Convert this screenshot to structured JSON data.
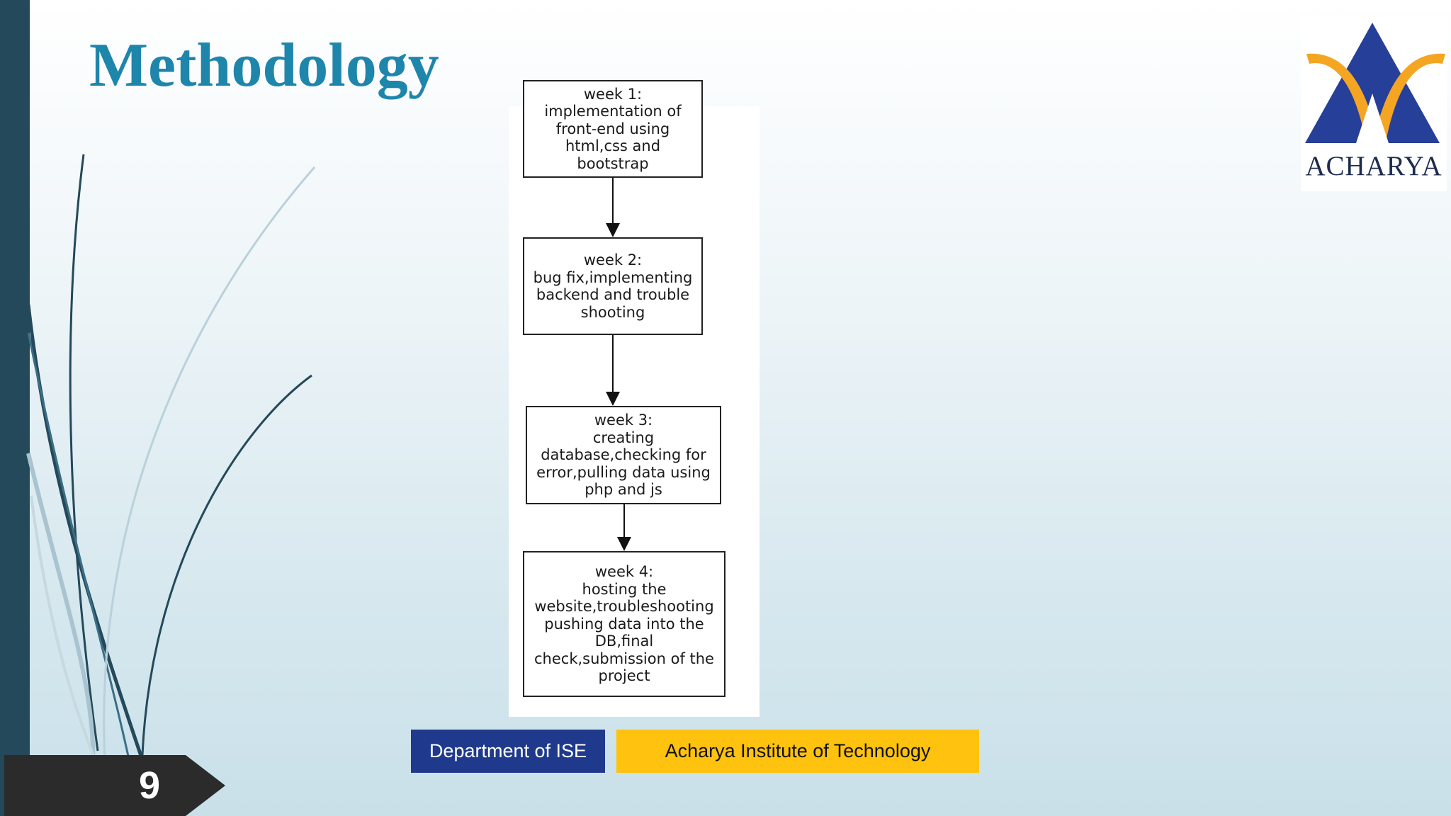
{
  "slide": {
    "title": "Methodology",
    "page_number": "9"
  },
  "logo": {
    "text": "ACHARYA",
    "colors": {
      "triangle": "#263f99",
      "arms": "#f4a522"
    }
  },
  "diagram": {
    "nodes": [
      {
        "id": "week1",
        "lines": [
          "week 1:",
          "implementation of",
          "front-end using",
          "html,css and",
          "bootstrap"
        ]
      },
      {
        "id": "week2",
        "lines": [
          "week 2:",
          "bug fix,implementing",
          "backend and trouble",
          "shooting"
        ]
      },
      {
        "id": "week3",
        "lines": [
          "week 3:",
          "creating",
          "database,checking for",
          "error,pulling data using",
          "php and js"
        ]
      },
      {
        "id": "week4",
        "lines": [
          "week 4:",
          "hosting the",
          "website,troubleshooting",
          "pushing data into the",
          "DB,final",
          "check,submission of the",
          "project"
        ]
      }
    ],
    "edges": [
      {
        "from": "week1",
        "to": "week2"
      },
      {
        "from": "week2",
        "to": "week3"
      },
      {
        "from": "week3",
        "to": "week4"
      }
    ]
  },
  "footer": {
    "department": "Department of ISE",
    "institute": "Acharya Institute of Technology",
    "colors": {
      "department_bg": "#1f3a8c",
      "institute_bg": "#ffc20e"
    }
  },
  "theme": {
    "accent": "#1f86ab",
    "sidebar": "#24495a"
  }
}
